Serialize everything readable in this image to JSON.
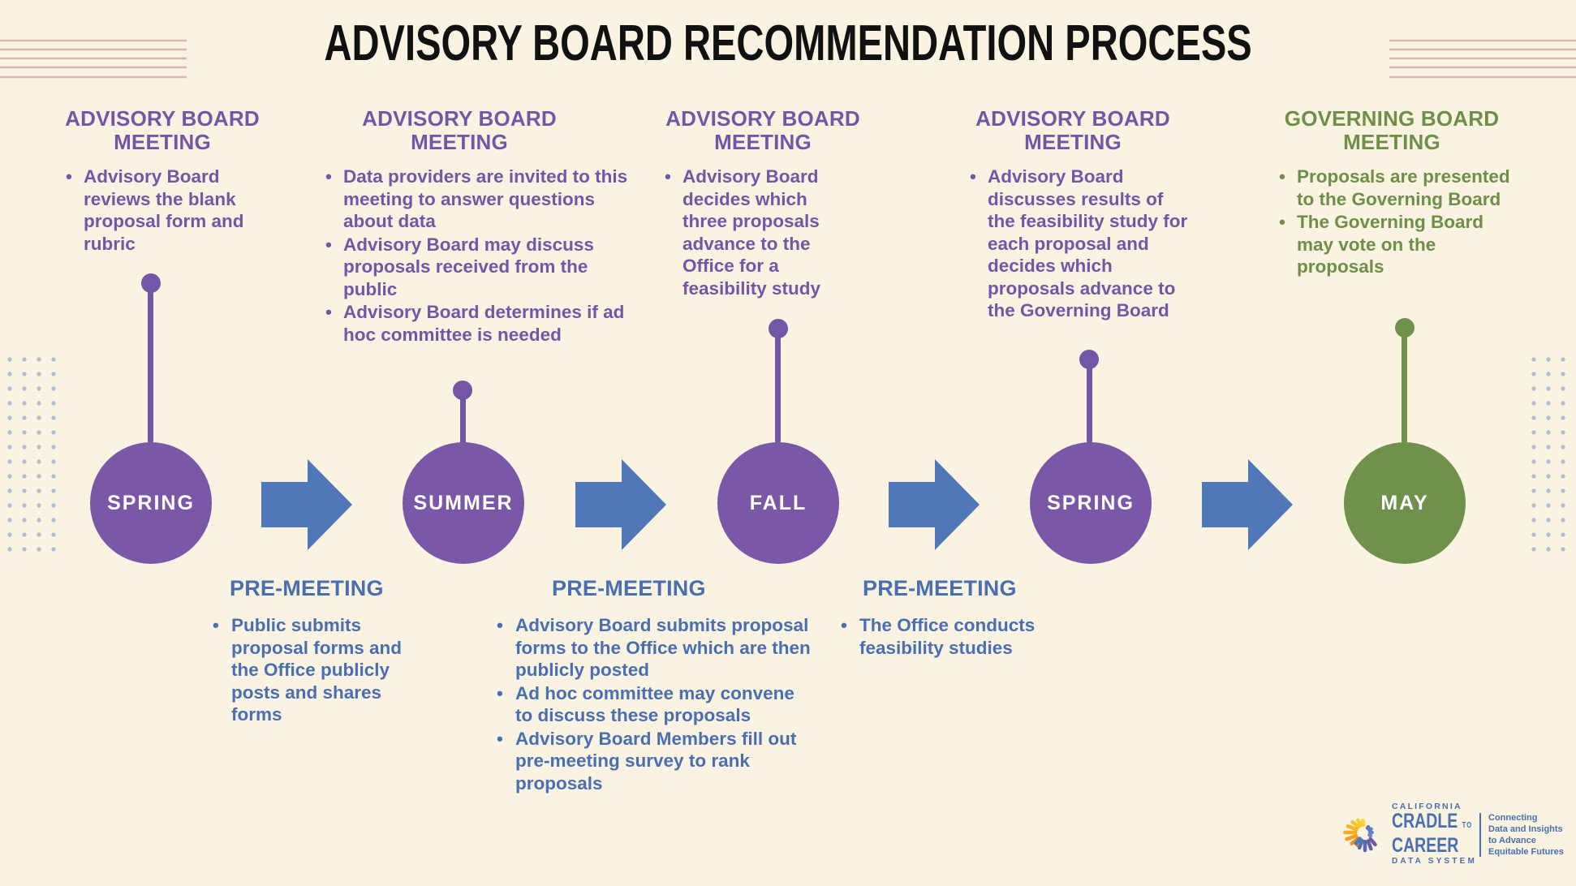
{
  "title": "ADVISORY BOARD RECOMMENDATION PROCESS",
  "colors": {
    "background": "#faf3e2",
    "purple_text": "#7456a6",
    "purple_circle": "#7a58a7",
    "blue_text": "#4a6fb1",
    "blue_arrow": "#5078b8",
    "green_text": "#6d8f47",
    "green_circle": "#70914b",
    "corner_arc_pink": "#d9b8b5",
    "dot_grid_gray": "#b2bcd6"
  },
  "meetings": [
    {
      "heading": "ADVISORY BOARD MEETING",
      "bullets": [
        "Advisory Board reviews the blank proposal form and rubric"
      ]
    },
    {
      "heading": "ADVISORY BOARD MEETING",
      "bullets": [
        "Data providers are invited to this meeting to answer questions about data",
        "Advisory Board may discuss proposals received from the public",
        "Advisory Board determines if ad hoc committee is needed"
      ]
    },
    {
      "heading": "ADVISORY BOARD MEETING",
      "bullets": [
        "Advisory Board decides which three proposals advance to the Office for a feasibility study"
      ]
    },
    {
      "heading": "ADVISORY BOARD MEETING",
      "bullets": [
        "Advisory Board discusses results of the feasibility study for each proposal and decides which proposals advance to the Governing Board"
      ]
    },
    {
      "heading": "GOVERNING BOARD MEETING",
      "bullets": [
        "Proposals are presented to the Governing Board",
        "The Governing Board may vote on the proposals"
      ]
    }
  ],
  "timeline": {
    "stages": [
      "SPRING",
      "SUMMER",
      "FALL",
      "SPRING",
      "MAY"
    ]
  },
  "pre_meetings": [
    {
      "heading": "PRE-MEETING",
      "bullets": [
        "Public submits proposal forms and the Office publicly posts and shares forms"
      ]
    },
    {
      "heading": "PRE-MEETING",
      "bullets": [
        "Advisory Board submits proposal forms to the Office which are then publicly posted",
        "Ad hoc committee may convene to discuss these proposals",
        "Advisory Board Members fill out pre-meeting survey to rank proposals"
      ]
    },
    {
      "heading": "PRE-MEETING",
      "bullets": [
        "The Office conducts feasibility studies"
      ]
    }
  ],
  "logo": {
    "california": "CALIFORNIA",
    "cradle": "CRADLE",
    "to": "TO",
    "career": "CAREER",
    "data_system": "DATA SYSTEM",
    "tagline_lines": [
      "Connecting",
      "Data and Insights",
      "to Advance",
      "Equitable Futures"
    ]
  }
}
